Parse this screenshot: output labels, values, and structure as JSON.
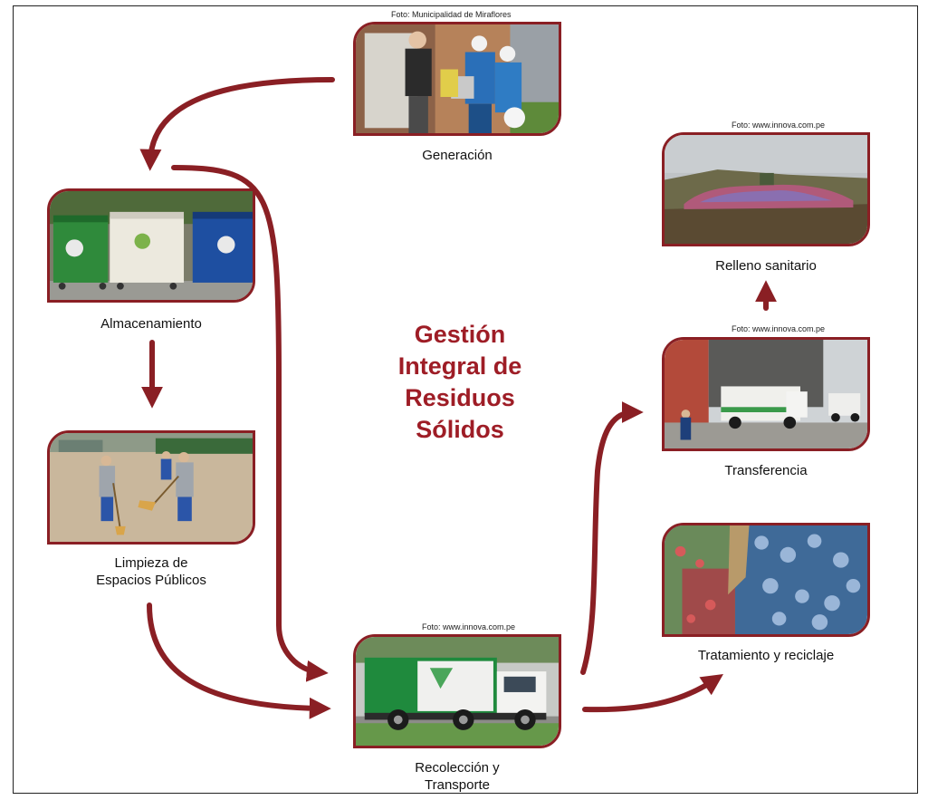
{
  "title": {
    "line1": "Gestión",
    "line2": "Integral de",
    "line3": "Residuos",
    "line4": "Sólidos"
  },
  "stages": {
    "generacion": {
      "label": "Generación",
      "credit": "Foto: Municipalidad de Miraflores"
    },
    "almacenamiento": {
      "label": "Almacenamiento"
    },
    "limpieza": {
      "label_line1": "Limpieza de",
      "label_line2": "Espacios Públicos"
    },
    "recoleccion": {
      "label_line1": "Recolección y",
      "label_line2": "Transporte",
      "credit": "Foto: www.innova.com.pe"
    },
    "transferencia": {
      "label": "Transferencia",
      "credit": "Foto: www.innova.com.pe"
    },
    "relleno": {
      "label": "Relleno sanitario",
      "credit": "Foto: www.innova.com.pe"
    },
    "tratamiento": {
      "label": "Tratamiento y reciclaje"
    }
  },
  "colors": {
    "accent": "#9e1d26",
    "arrow": "#8a1f24"
  }
}
